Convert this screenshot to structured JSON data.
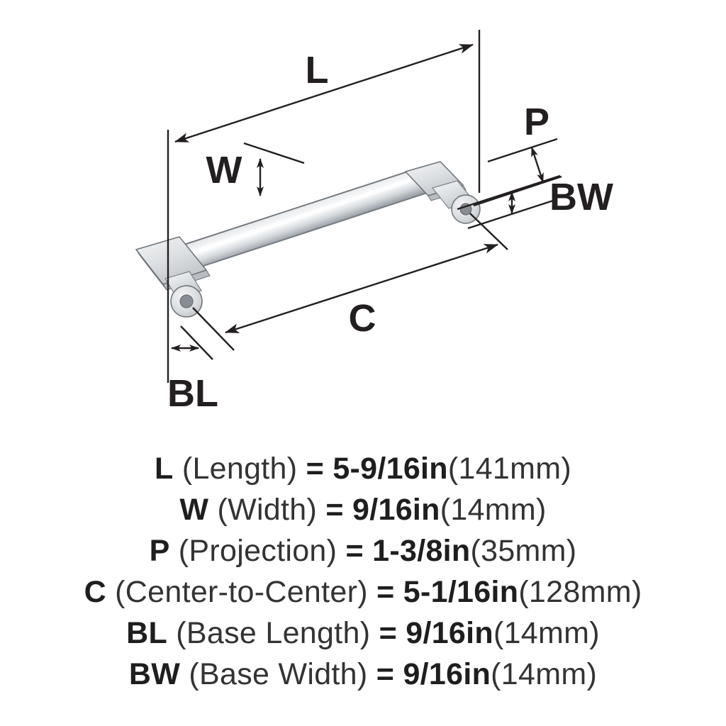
{
  "page": {
    "background": "#ffffff"
  },
  "diagram": {
    "labels": {
      "L": "L",
      "W": "W",
      "P": "P",
      "C": "C",
      "BL": "BL",
      "BW": "BW"
    },
    "colors": {
      "line": "#231f20",
      "chrome_outline": "#767c82",
      "chrome_dark": "#9aa1a8",
      "chrome_light": "#ffffff",
      "foot_light": "#f2f3f4",
      "foot_dark": "#c4c8cc"
    }
  },
  "specs": [
    {
      "key": "L",
      "name": "(Length)",
      "equals": "=",
      "value": "5-9/16in",
      "metric": "(141mm)"
    },
    {
      "key": "W",
      "name": "(Width)",
      "equals": "=",
      "value": "9/16in",
      "metric": "(14mm)"
    },
    {
      "key": "P",
      "name": "(Projection)",
      "equals": "=",
      "value": "1-3/8in",
      "metric": "(35mm)"
    },
    {
      "key": "C",
      "name": "(Center-to-Center)",
      "equals": "=",
      "value": "5-1/16in",
      "metric": "(128mm)"
    },
    {
      "key": "BL",
      "name": "(Base Length)",
      "equals": "=",
      "value": "9/16in",
      "metric": "(14mm)"
    },
    {
      "key": "BW",
      "name": "(Base Width)",
      "equals": "=",
      "value": "9/16in",
      "metric": "(14mm)"
    }
  ]
}
